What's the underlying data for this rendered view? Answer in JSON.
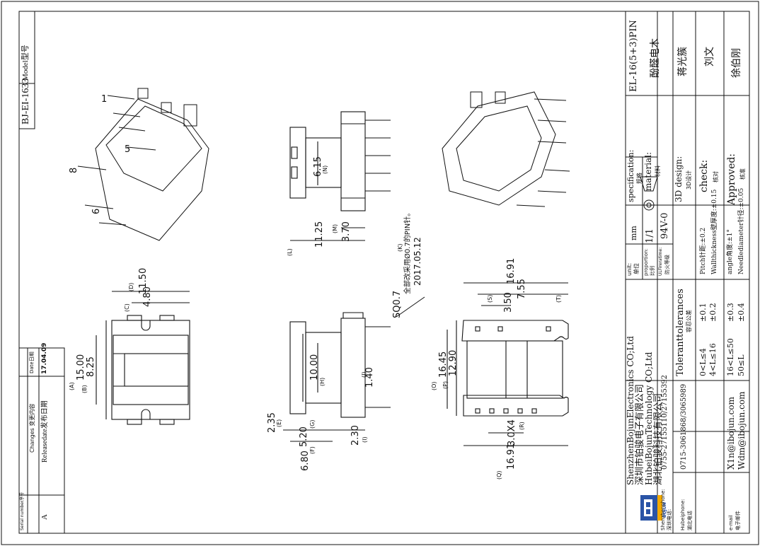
{
  "model": {
    "label": "Model型号",
    "value": "BJ-EI-1633"
  },
  "revision": {
    "col_serial": "Serial number序号",
    "col_changes": "Changes 变更内容",
    "col_date": "Date日期",
    "row_serial": "A",
    "row_change": "Releasedate发布日期",
    "row_date": "17.04.09"
  },
  "dimensions": {
    "d1150": "11.50",
    "d480": "4.80",
    "d1500": "15.00",
    "d825": "8.25",
    "d615": "6.15",
    "d370": "3.70",
    "d1125": "11.25",
    "sq07": "SQ0.7",
    "d1000": "10.00",
    "d140": "1.40",
    "d235": "2.35",
    "d520": "5.20",
    "d230": "2.30",
    "d680": "6.80",
    "d1691a": "16.91",
    "d755": "7.55",
    "d350": "3.50",
    "d1645": "16.45",
    "d1290": "12.90",
    "d3x4": "3.0X4",
    "d1691b": "16.91"
  },
  "letters": {
    "A": "(A)",
    "B": "(B)",
    "C": "(C)",
    "D": "(D)",
    "E": "(E)",
    "F": "(F)",
    "G": "(G)",
    "H": "(H)",
    "I": "(I)",
    "J": "(J)",
    "K": "(K)",
    "L": "(L)",
    "M": "(M)",
    "N": "(N)",
    "O": "(O)",
    "P": "(P)",
    "Q": "(Q)",
    "R": "(R)",
    "S": "(S)",
    "T": "(T)"
  },
  "note": {
    "line1": "全部改采用Ø0.7的PIN针。",
    "line2": "2017.05.12"
  },
  "pins": {
    "p1": "1",
    "p5": "5",
    "p6": "6",
    "p8": "8"
  },
  "titleblock": {
    "company_en1": "ShenzhenBojunElectronics CO;Ltd",
    "company_cn1": "深圳市铂骏电子有限公司",
    "company_en2": "HubeiBojunTechnology CO;Ltd",
    "company_cn2": "湖北铂骏科技有限公司",
    "logo_text": "BOJUN",
    "sz_phone_label": "Shenzhenphone:",
    "sz_phone_cn": "深圳电话:",
    "sz_phone": "0755-27155110/27155392",
    "hb_phone_label": "Hubeiphone:",
    "hb_phone_cn": "湖北电话",
    "hb_phone": "0715-3061868/3065989",
    "email_label": "e-mail",
    "email_cn": "电子邮件",
    "email1": "X1n@ibojun.com",
    "email2": "Wdm@ibojun.com",
    "tol_title": "Toleranttolerances",
    "tol_cn": "容忍公差",
    "tol_r1a": "0<L≤4",
    "tol_r1b": "±0.1",
    "tol_r2a": "4<L≤16",
    "tol_r2b": "±0.2",
    "tol_r3a": "16<L≤50",
    "tol_r3b": "±0.3",
    "tol_r4a": "50≤L",
    "tol_r4b": "±0.4",
    "pitch": "Pitch针距:±0.2",
    "wall": "Wallthickness壁厚度:±0.15",
    "angle": "angle角度:±1°",
    "needle": "Needlediameter针径:±0.05",
    "unit_label": "unit:",
    "unit_cn": "单位",
    "unit_val": "mm",
    "prop_label": "proportion:",
    "prop_cn": "比例",
    "prop_val": "1/1",
    "fire_label": "ULFireratime:",
    "fire_cn": "防火等级",
    "fire_val": "94V-0",
    "spec_label": "specification:",
    "spec_cn": "规格",
    "spec_val": "EL-16(5+3)PIN",
    "mat_label": "material:",
    "mat_cn": "材料",
    "mat_val": "酚醛电木",
    "design_label": "3D design:",
    "design_cn": "3D设计",
    "design_val": "蒋光簇",
    "check_label": "check:",
    "check_cn": "核对",
    "check_val": "刘文",
    "appr_label": "Approved:",
    "appr_cn": "核准",
    "appr_val": "徐伯刚"
  }
}
